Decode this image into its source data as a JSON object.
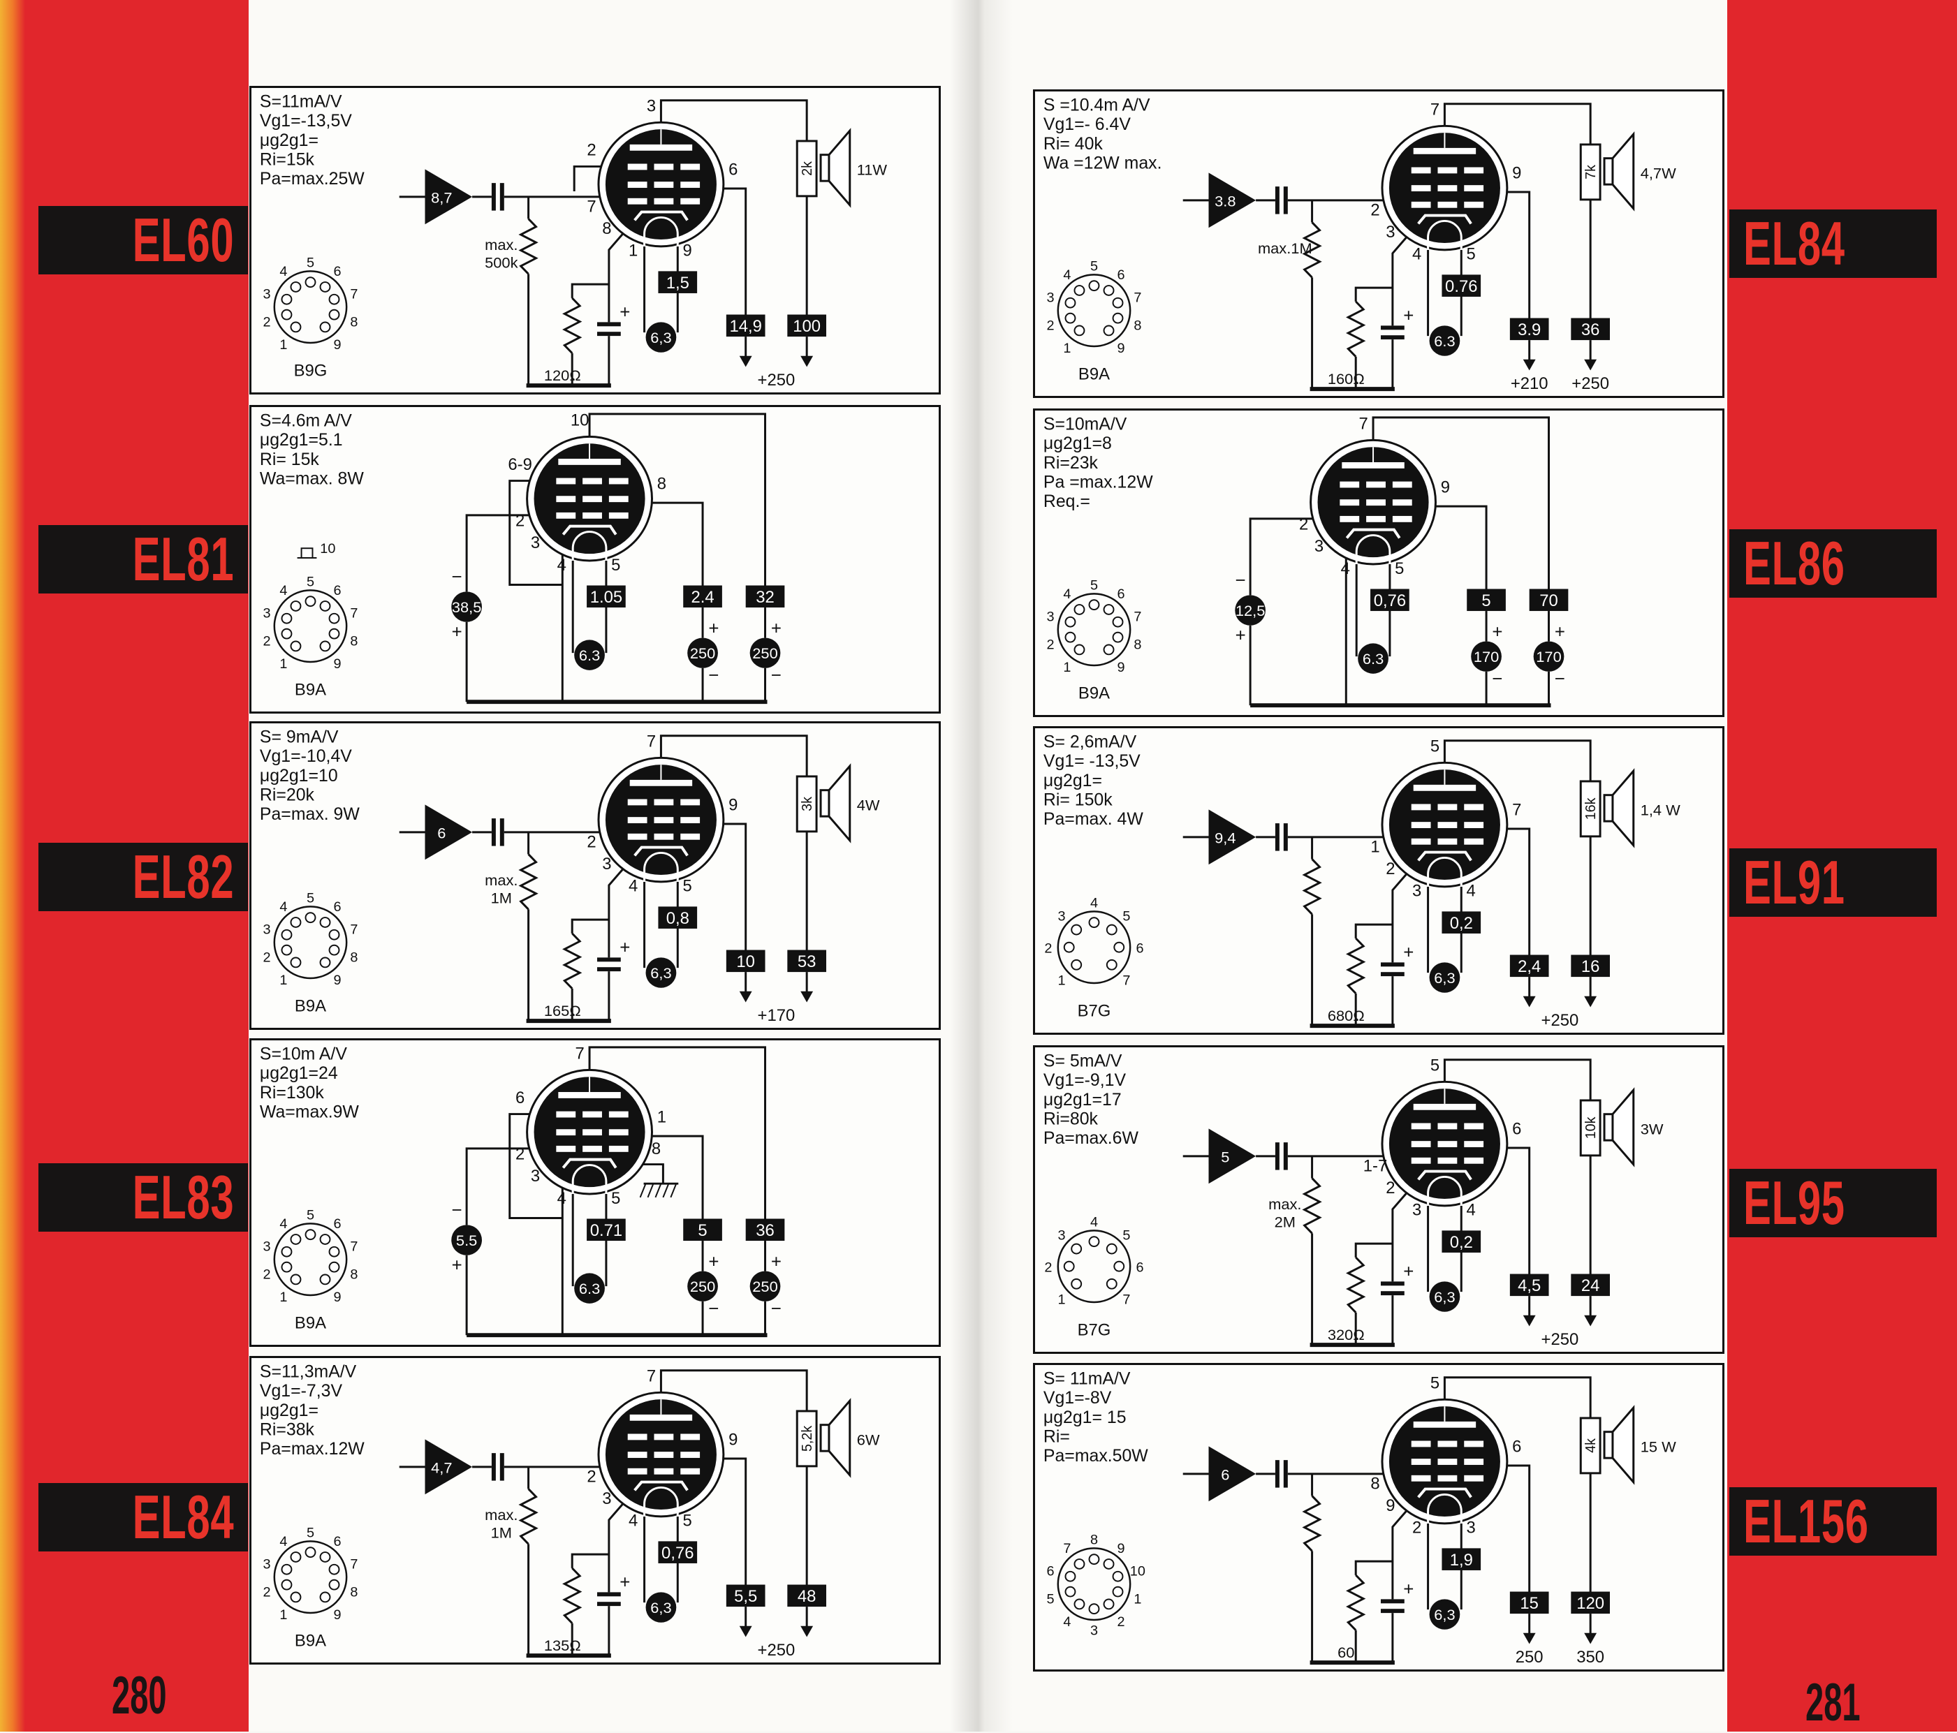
{
  "left": {
    "page_number": "280",
    "labels": [
      "EL60",
      "EL81",
      "EL82",
      "EL83",
      "EL84"
    ],
    "panels": [
      {
        "type": "amp",
        "specs": [
          "S=11mA/V",
          "Vg1=-13,5V",
          "μg2g1=",
          "Ri=15k",
          "Pa=max.25W"
        ],
        "pins": {
          "top": "3",
          "left_upper": "2",
          "right": "6",
          "left_lower": "7",
          "cathode": "8",
          "heater1": "1",
          "heater2": "9"
        },
        "input": "8,7",
        "grid_resistor": [
          "max.",
          "500k"
        ],
        "cathode_resistor": "120Ω",
        "heater_voltage": "6,3",
        "heater_current": "1,5",
        "screen_current": "14,9",
        "anode_current": "100",
        "supply": [
          "+250"
        ],
        "load": "2k",
        "output_power": "11W",
        "socket": {
          "base": "B9G",
          "pins": [
            "1",
            "2",
            "3",
            "4",
            "5",
            "6",
            "7",
            "8",
            "9"
          ],
          "top_pin": 5,
          "step": 36
        }
      },
      {
        "type": "bias",
        "specs": [
          "S=4.6m A/V",
          "μg2g1=5.1",
          "Ri= 15k",
          "Wa=max. 8W"
        ],
        "pins": {
          "top": "10",
          "left_upper": "6-9",
          "right": "8",
          "left_lower": "2",
          "cathode": "3",
          "heater1": "4",
          "heater2": "5"
        },
        "bias_voltage": "38,5",
        "heater_voltage": "6.3",
        "heater_current": "1.05",
        "screen_current": "2.4",
        "anode_current": "32",
        "screen_voltage": "250",
        "anode_voltage": "250",
        "top_cap": "10",
        "socket": {
          "base": "B9A",
          "pins": [
            "1",
            "2",
            "3",
            "4",
            "5",
            "6",
            "7",
            "8",
            "9"
          ],
          "top_pin": 5,
          "step": 36
        }
      },
      {
        "type": "amp",
        "specs": [
          "S= 9mA/V",
          "Vg1=-10,4V",
          "μg2g1=10",
          "Ri=20k",
          "Pa=max. 9W"
        ],
        "pins": {
          "top": "7",
          "left_lower": "2",
          "right": "9",
          "cathode": "3",
          "heater1": "4",
          "heater2": "5"
        },
        "input": "6",
        "grid_resistor": [
          "max.",
          "1M"
        ],
        "cathode_resistor": "165Ω",
        "heater_voltage": "6,3",
        "heater_current": "0,8",
        "screen_current": "10",
        "anode_current": "53",
        "supply": [
          "+170"
        ],
        "load": "3k",
        "output_power": "4W",
        "socket": {
          "base": "B9A",
          "pins": [
            "1",
            "2",
            "3",
            "4",
            "5",
            "6",
            "7",
            "8",
            "9"
          ],
          "top_pin": 5,
          "step": 36
        }
      },
      {
        "type": "bias",
        "specs": [
          "S=10m A/V",
          "μg2g1=24",
          "Ri=130k",
          "Wa=max.9W"
        ],
        "pins": {
          "top": "7",
          "left_upper": "6",
          "right": "1",
          "left_lower": "2",
          "cathode": "3",
          "heater1": "4",
          "heater2": "5",
          "ground": "8"
        },
        "bias_voltage": "5.5",
        "heater_voltage": "6.3",
        "heater_current": "0.71",
        "screen_current": "5",
        "anode_current": "36",
        "screen_voltage": "250",
        "anode_voltage": "250",
        "socket": {
          "base": "B9A",
          "pins": [
            "1",
            "2",
            "3",
            "4",
            "5",
            "6",
            "7",
            "8",
            "9"
          ],
          "top_pin": 5,
          "step": 36
        }
      },
      {
        "type": "amp",
        "specs": [
          "S=11,3mA/V",
          "Vg1=-7,3V",
          "μg2g1=",
          "Ri=38k",
          "Pa=max.12W"
        ],
        "pins": {
          "top": "7",
          "left_lower": "2",
          "right": "9",
          "cathode": "3",
          "heater1": "4",
          "heater2": "5"
        },
        "input": "4,7",
        "grid_resistor": [
          "max.",
          "1M"
        ],
        "cathode_resistor": "135Ω",
        "heater_voltage": "6,3",
        "heater_current": "0,76",
        "screen_current": "5,5",
        "anode_current": "48",
        "supply": [
          "+250"
        ],
        "load": "5,2k",
        "output_power": "6W",
        "socket": {
          "base": "B9A",
          "pins": [
            "1",
            "2",
            "3",
            "4",
            "5",
            "6",
            "7",
            "8",
            "9"
          ],
          "top_pin": 5,
          "step": 36
        }
      }
    ]
  },
  "right": {
    "page_number": "281",
    "labels": [
      "EL84",
      "EL86",
      "EL91",
      "EL95",
      "EL156"
    ],
    "panels": [
      {
        "type": "amp",
        "specs": [
          "S =10.4m A/V",
          "Vg1=- 6.4V",
          "Ri= 40k",
          "Wa =12W max."
        ],
        "pins": {
          "top": "7",
          "left_lower": "2",
          "right": "9",
          "cathode": "3",
          "heater1": "4",
          "heater2": "5"
        },
        "input": "3.8",
        "grid_resistor": [
          "max.1M"
        ],
        "cathode_resistor": "160Ω",
        "heater_voltage": "6.3",
        "heater_current": "0.76",
        "screen_current": "3.9",
        "anode_current": "36",
        "supply": [
          "+210",
          "+250"
        ],
        "load": "7k",
        "output_power": "4,7W",
        "socket": {
          "base": "B9A",
          "pins": [
            "1",
            "2",
            "3",
            "4",
            "5",
            "6",
            "7",
            "8",
            "9"
          ],
          "top_pin": 5,
          "step": 36
        }
      },
      {
        "type": "bias",
        "specs": [
          "S=10mA/V",
          "μg2g1=8",
          "Ri=23k",
          "Pa =max.12W",
          "Req.="
        ],
        "pins": {
          "top": "7",
          "left_lower": "2",
          "right": "9",
          "cathode": "3",
          "heater1": "4",
          "heater2": "5"
        },
        "bias_voltage": "12,5",
        "heater_voltage": "6.3",
        "heater_current": "0,76",
        "screen_current": "5",
        "anode_current": "70",
        "screen_voltage": "170",
        "anode_voltage": "170",
        "socket": {
          "base": "B9A",
          "pins": [
            "1",
            "2",
            "3",
            "4",
            "5",
            "6",
            "7",
            "8",
            "9"
          ],
          "top_pin": 5,
          "step": 36
        }
      },
      {
        "type": "amp",
        "specs": [
          "S= 2,6mA/V",
          "Vg1= -13,5V",
          "μg2g1=",
          "Ri= 150k",
          "Pa=max. 4W"
        ],
        "pins": {
          "top": "5",
          "left_lower": "1",
          "right": "7",
          "cathode": "2",
          "heater1": "3",
          "heater2": "4"
        },
        "input": "9,4",
        "grid_resistor": [],
        "cathode_resistor": "680Ω",
        "heater_voltage": "6,3",
        "heater_current": "0,2",
        "screen_current": "2,4",
        "anode_current": "16",
        "supply": [
          "+250"
        ],
        "load": "16k",
        "output_power": "1,4 W",
        "socket": {
          "base": "B7G",
          "pins": [
            "1",
            "2",
            "3",
            "4",
            "5",
            "6",
            "7"
          ],
          "top_pin": 4,
          "step": 45
        }
      },
      {
        "type": "amp",
        "specs": [
          "S= 5mA/V",
          "Vg1=-9,1V",
          "μg2g1=17",
          "Ri=80k",
          "Pa=max.6W"
        ],
        "pins": {
          "top": "5",
          "left_lower": "1-7",
          "right": "6",
          "cathode": "2",
          "heater1": "3",
          "heater2": "4"
        },
        "input": "5",
        "grid_resistor": [
          "max.",
          "2M"
        ],
        "cathode_resistor": "320Ω",
        "heater_voltage": "6,3",
        "heater_current": "0,2",
        "screen_current": "4,5",
        "anode_current": "24",
        "supply": [
          "+250"
        ],
        "load": "10k",
        "output_power": "3W",
        "socket": {
          "base": "B7G",
          "pins": [
            "1",
            "2",
            "3",
            "4",
            "5",
            "6",
            "7"
          ],
          "top_pin": 4,
          "step": 45
        }
      },
      {
        "type": "amp",
        "specs": [
          "S= 11mA/V",
          "Vg1=-8V",
          "μg2g1= 15",
          "Ri=",
          "Pa=max.50W"
        ],
        "pins": {
          "top": "5",
          "left_lower": "8",
          "right": "6",
          "cathode": "9",
          "heater1": "2",
          "heater2": "3"
        },
        "input": "6",
        "grid_resistor": [],
        "cathode_resistor": "60",
        "heater_voltage": "6,3",
        "heater_current": "1,9",
        "screen_current": "15",
        "anode_current": "120",
        "supply": [
          "250",
          "350"
        ],
        "load": "4k",
        "output_power": "15 W",
        "socket": {
          "base": "",
          "pins": [
            "1",
            "2",
            "3",
            "4",
            "5",
            "6",
            "7",
            "8",
            "9",
            "10"
          ],
          "top_pin": 8,
          "step": 36
        }
      }
    ]
  }
}
